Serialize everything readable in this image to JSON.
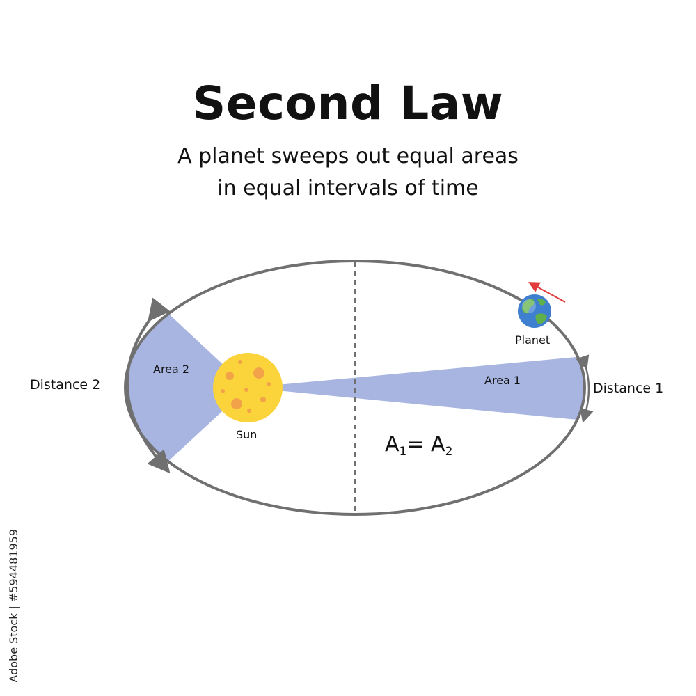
{
  "title": "Second Law",
  "subtitle_line1": "A planet sweeps out equal areas",
  "subtitle_line2": "in equal intervals of time",
  "labels": {
    "area1": "Area 1",
    "area2": "Area 2",
    "distance1": "Distance 1",
    "distance2": "Distance 2",
    "sun": "Sun",
    "planet": "Planet",
    "equation_a1": "A",
    "equation_sub1": "1",
    "equation_eq": "= A",
    "equation_sub2": "2"
  },
  "watermark": "Adobe Stock | #594481959",
  "colors": {
    "orbit": "#707070",
    "swept_area": "#a7b5e0",
    "sun": "#fbd33a",
    "sun_spots": "#f2a34a",
    "arrow": "#e03a3a",
    "planet_ocean": "#3e7fd0",
    "planet_land": "#5fb04a"
  }
}
